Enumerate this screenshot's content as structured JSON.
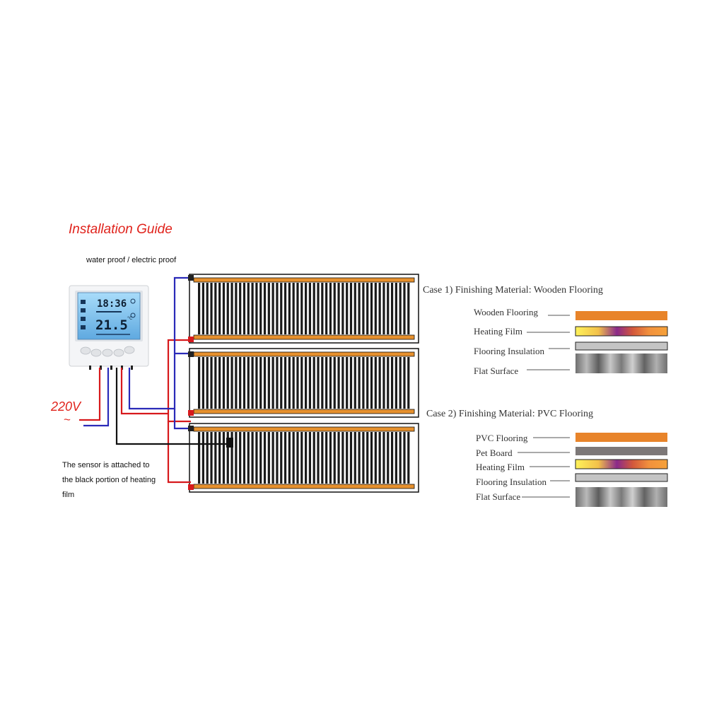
{
  "title": "Installation Guide",
  "waterproof_label": "water proof / electric proof",
  "voltage_label": "220V",
  "ac_symbol": "~",
  "sensor_note": {
    "line1": "The sensor is attached to",
    "line2": "the black portion of heating",
    "line3": "film"
  },
  "thermostat": {
    "time": "18:36",
    "temperature": "21.5",
    "unit": "°C",
    "screen_color": "#7ec3ee",
    "button_count": 5
  },
  "film_panels": {
    "count": 3,
    "stripe_color": "#1a1a1a",
    "bus_color": "#e6902d"
  },
  "cases": [
    {
      "heading": "Case 1) Finishing Material: Wooden Flooring",
      "layers": [
        {
          "label": "Wooden Flooring",
          "fill": "wood"
        },
        {
          "label": "Heating Film",
          "fill": "film"
        },
        {
          "label": "Flooring Insulation",
          "fill": "insulation"
        },
        {
          "label": "Flat Surface",
          "fill": "concrete"
        }
      ]
    },
    {
      "heading": "Case 2) Finishing Material: PVC Flooring",
      "layers": [
        {
          "label": "PVC Flooring",
          "fill": "wood"
        },
        {
          "label": "Pet Board",
          "fill": "pet"
        },
        {
          "label": "Heating Film",
          "fill": "film"
        },
        {
          "label": "Flooring Insulation",
          "fill": "insulation"
        },
        {
          "label": "Flat Surface",
          "fill": "concrete"
        }
      ]
    }
  ],
  "colors": {
    "title_red": "#e0231c",
    "wire_red": "#d7191c",
    "wire_blue": "#2a2ab8",
    "wood_orange": "#e8842a",
    "pet_gray": "#7d7878",
    "insulation_gray": "#c4c4c4"
  }
}
